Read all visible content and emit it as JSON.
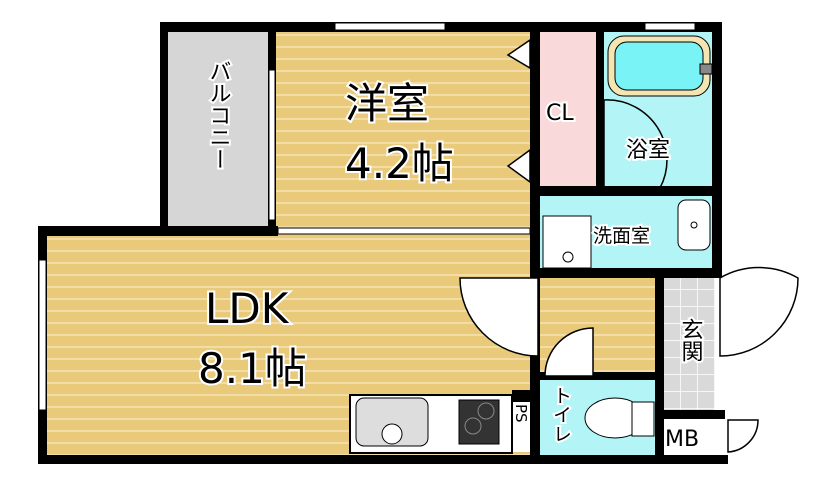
{
  "rooms": {
    "western": {
      "name": "洋室",
      "size": "4.2帖"
    },
    "ldk": {
      "name": "LDK",
      "size": "8.1帖"
    },
    "closet": {
      "name": "CL"
    },
    "bath": {
      "name": "浴室"
    },
    "washroom": {
      "name": "洗面室"
    },
    "balcony": {
      "name": "バルコニー"
    },
    "entrance": {
      "name": "玄関"
    },
    "toilet": {
      "name": "トイレ"
    },
    "pipe_space": {
      "name": "PS"
    },
    "meter_box": {
      "name": "MB"
    }
  },
  "colors": {
    "floor": "#e9c97a",
    "floor_line": "#f6e4b4",
    "water": "#b3f5f7",
    "closet": "#f9d9da",
    "balcony": "#d6d6d6",
    "wall": "#000000"
  }
}
